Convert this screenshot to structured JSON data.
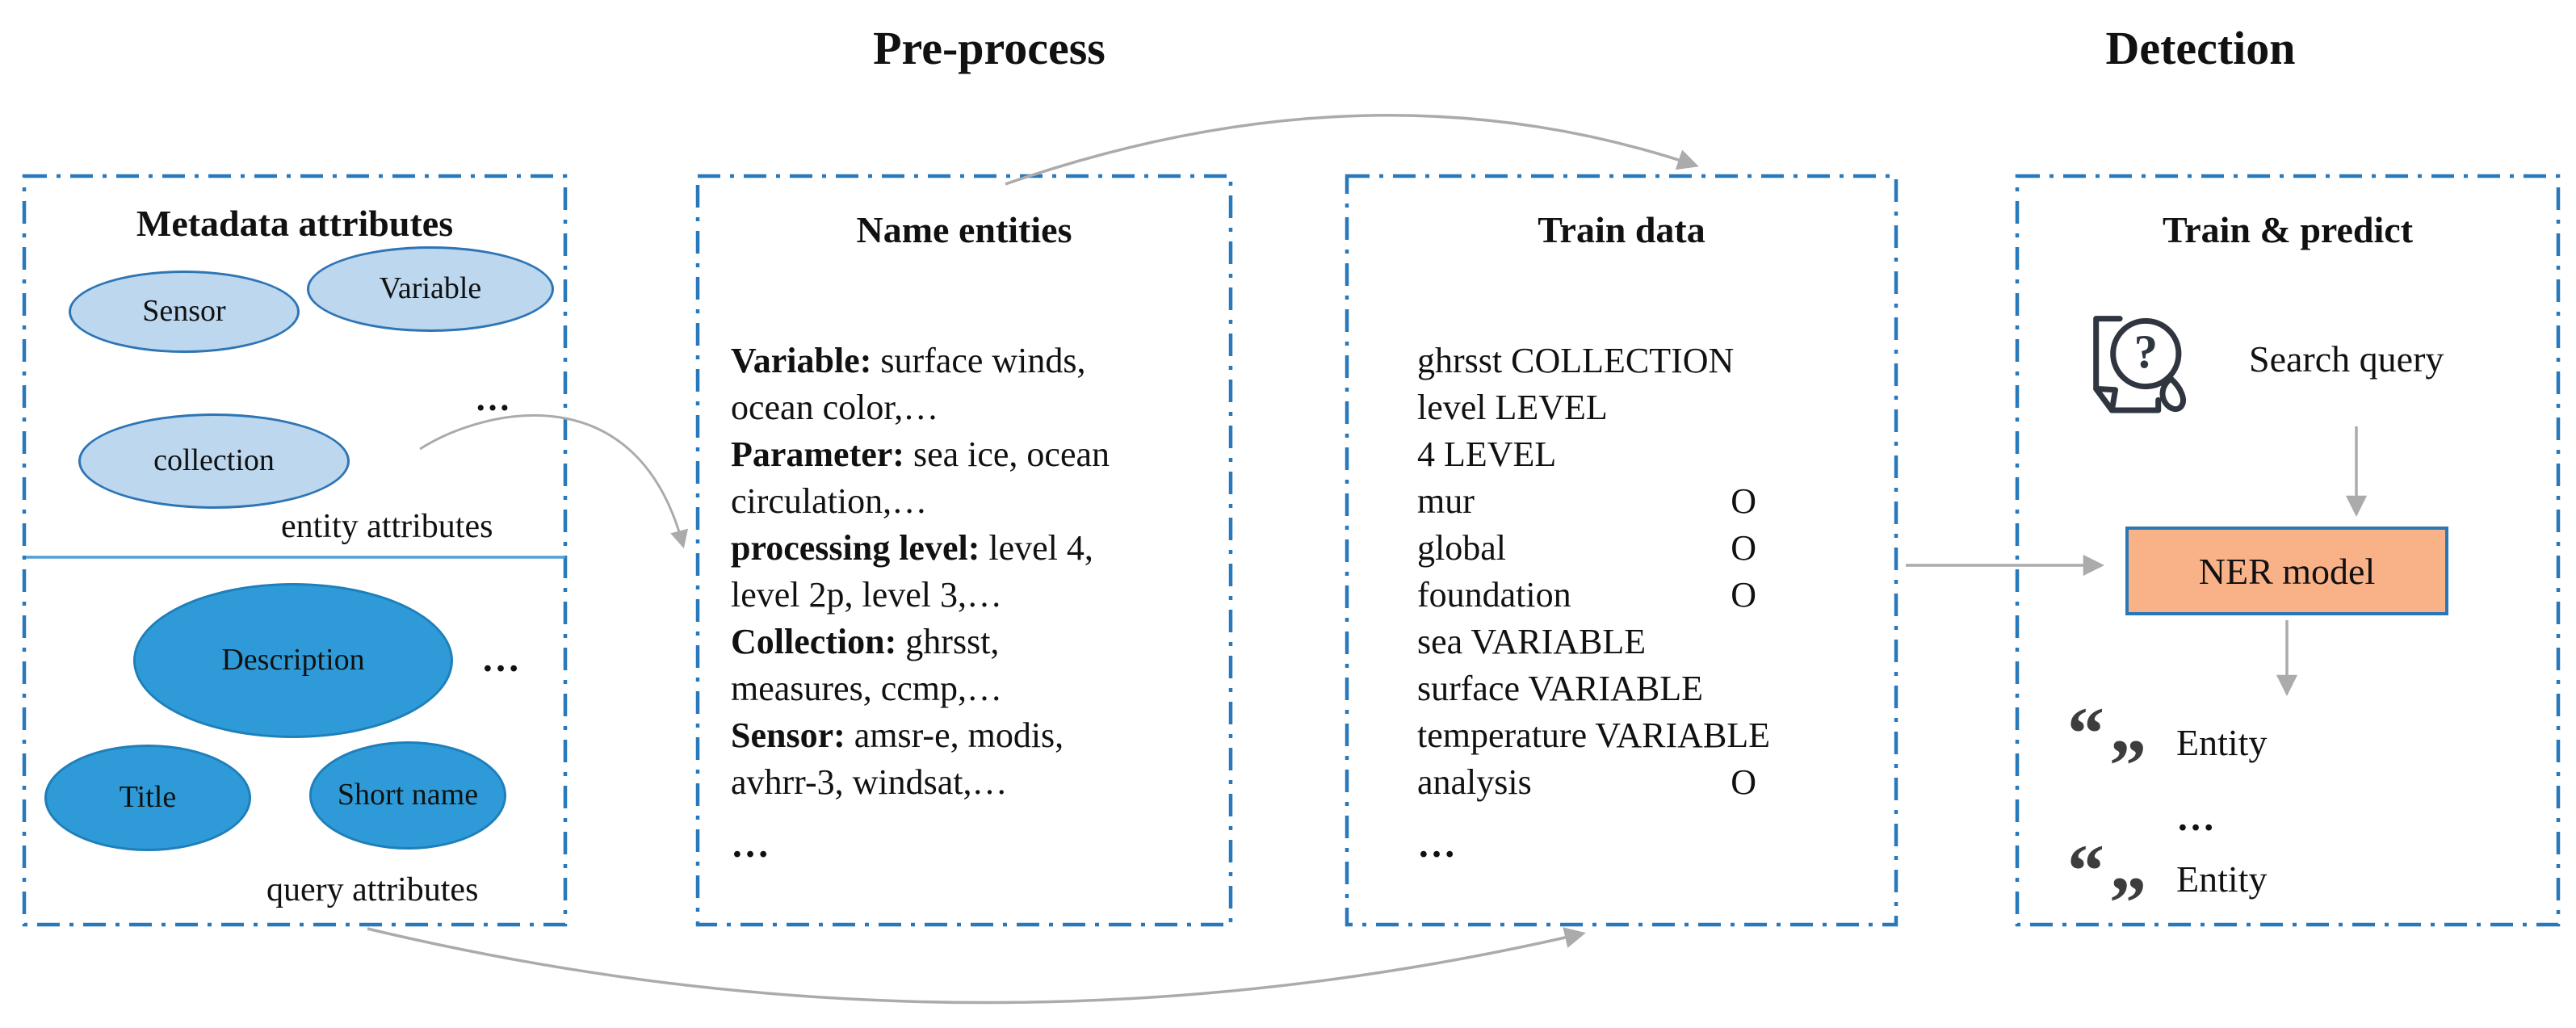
{
  "headers": {
    "preprocess": "Pre-process",
    "detection": "Detection"
  },
  "box1": {
    "title": "Metadata attributes",
    "entity_ellipses": [
      "Sensor",
      "Variable",
      "collection"
    ],
    "entity_dots": "…",
    "entity_label": "entity attributes",
    "query_ellipses": [
      "Description",
      "Title",
      "Short name"
    ],
    "query_dots": "…",
    "query_label": "query attributes"
  },
  "box2": {
    "title": "Name entities",
    "lines": [
      {
        "bold": "Variable:",
        "text": " surface winds,"
      },
      {
        "text": "ocean color,…"
      },
      {
        "bold": "Parameter:",
        "text": " sea ice, ocean"
      },
      {
        "text": "circulation,…"
      },
      {
        "bold": "processing level:",
        "text": " level 4,"
      },
      {
        "text": "level 2p, level 3,…"
      },
      {
        "bold": "Collection:",
        "text": " ghrsst,"
      },
      {
        "text": "measures, ccmp,…"
      },
      {
        "bold": "Sensor:",
        "text": " amsr-e, modis,"
      },
      {
        "text": "avhrr-3, windsat,…"
      }
    ],
    "ellipsis": "…"
  },
  "box3": {
    "title": "Train data",
    "rows": [
      {
        "text": "ghrsst COLLECTION"
      },
      {
        "text": "level LEVEL"
      },
      {
        "text": "4 LEVEL"
      },
      {
        "text": "mur",
        "tag": "O"
      },
      {
        "text": "global",
        "tag": "O"
      },
      {
        "text": "foundation",
        "tag": "O"
      },
      {
        "text": "sea VARIABLE"
      },
      {
        "text": "surface VARIABLE"
      },
      {
        "text": "temperature VARIABLE"
      },
      {
        "text": "analysis",
        "tag": "O"
      }
    ],
    "ellipsis": "…"
  },
  "box4": {
    "title": "Train & predict",
    "search_label": "Search query",
    "ner_label": "NER model",
    "quote_open": "“",
    "quote_close": "”",
    "entity1": "Entity",
    "dots": "…",
    "entity2": "Entity"
  },
  "colors": {
    "panel_border_blue": "#2878BC",
    "light_ellipse_fill": "#BDD7EE",
    "light_ellipse_stroke": "#2E75B6",
    "dark_ellipse_fill": "#2E9BD8",
    "dark_ellipse_stroke": "#1E7FBA",
    "ner_fill": "#F9B287",
    "arrow_gray": "#ABABAB",
    "divider_blue": "#4FA0DA",
    "icon_dark": "#2F3640"
  }
}
